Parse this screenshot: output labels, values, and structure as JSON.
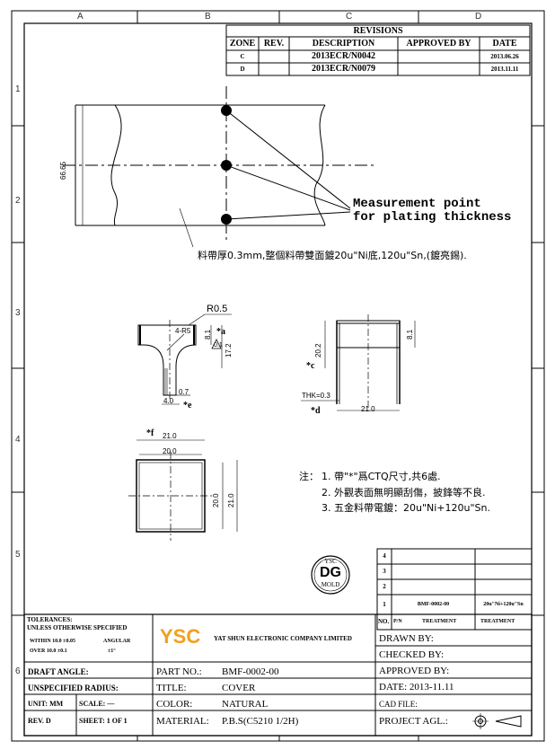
{
  "zones": {
    "cols": [
      "A",
      "B",
      "C",
      "D"
    ],
    "rows": [
      "1",
      "2",
      "3",
      "4",
      "5",
      "6"
    ]
  },
  "revisions": {
    "title": "REVISIONS",
    "headers": [
      "ZONE",
      "REV.",
      "DESCRIPTION",
      "APPROVED BY",
      "DATE"
    ],
    "rows": [
      {
        "zone": "C",
        "rev": "",
        "description": "2013ECR/N0042",
        "approved": "",
        "date": "2013.06.26"
      },
      {
        "zone": "D",
        "rev": "",
        "description": "2013ECR/N0079",
        "approved": "",
        "date": "2013.11.11"
      }
    ]
  },
  "top_view": {
    "dim_height": "66.65",
    "callout": "Measurement point\nfor plating thickness",
    "note": "料帶厚0.3mm,整個料帶雙面鍍20u\"Ni底,120u\"Sn,(鍍亮錫)."
  },
  "side_view_1": {
    "r_label": "R0.5",
    "r4": "4-R5",
    "d_8_1": "8.1",
    "d_0_1": "0.1",
    "d_17_2": "17.2",
    "d_0_7": "0.7",
    "d_4_0": "4.0",
    "mark_a": "*a",
    "mark_e": "*e"
  },
  "side_view_2": {
    "d_20_2": "20.2",
    "d_8_1": "8.1",
    "thk": "THK=0.3",
    "d_21_0": "21.0",
    "mark_c": "*c",
    "mark_d": "*d"
  },
  "bottom_view": {
    "mark_f": "*f",
    "d_top1": "21.0",
    "d_top2": "20.0",
    "d_side1": "20.0",
    "d_side2": "21.0"
  },
  "notes": {
    "prefix": "注：",
    "lines": [
      "1. 帶\"*\"爲CTQ尺寸,共6處.",
      "2. 外觀表面無明顯刮傷，披鋒等不良.",
      "3. 五金料帶電鍍：20u\"Ni+120u\"Sn."
    ]
  },
  "logo_lettering": {
    "top": "YSC",
    "mid": "DG",
    "bottom": "MOLD"
  },
  "parts_list": {
    "rows": [
      {
        "no": "4",
        "pn": "",
        "treat": "",
        "treatment": ""
      },
      {
        "no": "3",
        "pn": "",
        "treat": "",
        "treatment": ""
      },
      {
        "no": "2",
        "pn": "",
        "treat": "",
        "treatment": ""
      },
      {
        "no": "1",
        "pn": "BMF-0002-00",
        "treat": "",
        "treatment": "20u\"Ni+120u\"Sn"
      }
    ],
    "headers": {
      "no": "NO.",
      "pn": "P/N",
      "treat": "TREATMENT",
      "treatment": "TREATMENT"
    }
  },
  "title_block": {
    "tolerances": "TOLERANCES:",
    "unless": "UNLESS OTHERWISE SPECIFIED",
    "within": "WITHIN 10.0 ±0.05",
    "angular": "ANGULAR",
    "over": "OVER  10.0 ±0.1",
    "ang_val": "±1°",
    "company_logo": "YSC",
    "company": "YAT SHUN ELECTRONIC COMPANY LIMITED",
    "draft_angle": "DRAFT ANGLE:",
    "unspec_radius": "UNSPECIFIED RADIUS:",
    "unit": "UNIT: MM",
    "scale": "SCALE: —",
    "rev": "REV. D",
    "sheet": "SHEET: 1 OF 1",
    "part_no_label": "PART NO.:",
    "part_no": "BMF-0002-00",
    "title_label": "TITLE:",
    "title": "COVER",
    "color_label": "COLOR:",
    "color": "NATURAL",
    "material_label": "MATERIAL:",
    "material": "P.B.S(C5210 1/2H)",
    "drawn_by": "DRAWN BY:",
    "checked_by": "CHECKED BY:",
    "approved_by": "APPROVED BY:",
    "date": "DATE: 2013-11.11",
    "cad_file": "CAD FILE:",
    "project": "PROJECT AGL.:"
  }
}
